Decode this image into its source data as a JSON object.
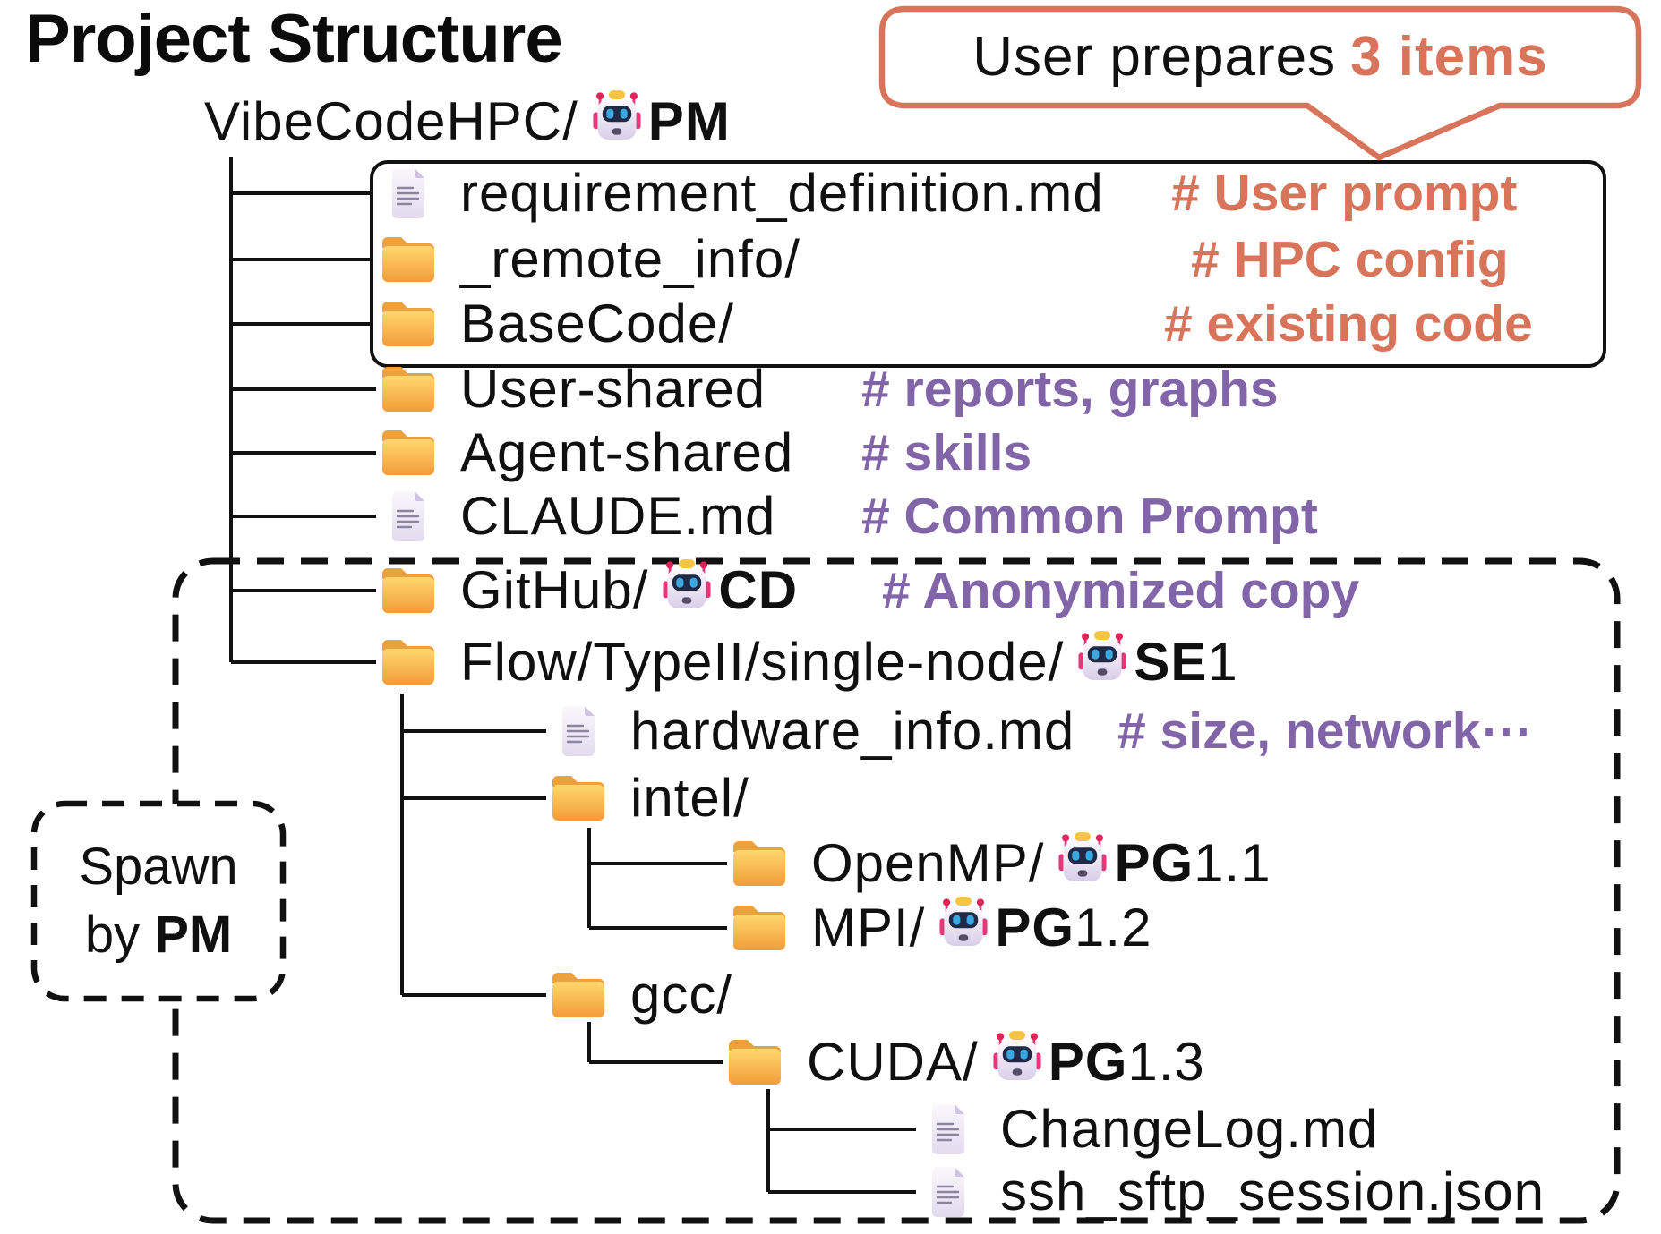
{
  "title": "Project Structure",
  "callout": {
    "prefix": "User prepares",
    "highlight": "3 items"
  },
  "spawn_label": {
    "line1": "Spawn",
    "line2_prefix": "by ",
    "line2_bold": "PM"
  },
  "colors": {
    "orange_accent": "#d8745a",
    "purple_accent": "#8265a8",
    "line_black": "#111111",
    "folder_yellow": "#f6b04a",
    "doc_lavender": "#e9e2f2"
  },
  "tree": [
    {
      "id": "root",
      "icon": "none",
      "label": "VibeCodeHPC/",
      "agent_bold": "PM",
      "agent_rest": "",
      "comment": null,
      "comment_color": null
    },
    {
      "id": "requirement",
      "icon": "doc",
      "label": "requirement_definition.md",
      "agent_bold": null,
      "agent_rest": null,
      "comment": "# User prompt",
      "comment_color": "orange"
    },
    {
      "id": "remote",
      "icon": "folder",
      "label": "_remote_info/",
      "agent_bold": null,
      "agent_rest": null,
      "comment": "# HPC config",
      "comment_color": "orange"
    },
    {
      "id": "basecode",
      "icon": "folder",
      "label": "BaseCode/",
      "agent_bold": null,
      "agent_rest": null,
      "comment": "# existing code",
      "comment_color": "orange"
    },
    {
      "id": "usershared",
      "icon": "folder",
      "label": "User-shared",
      "agent_bold": null,
      "agent_rest": null,
      "comment": "# reports, graphs",
      "comment_color": "purple"
    },
    {
      "id": "agentshared",
      "icon": "folder",
      "label": "Agent-shared",
      "agent_bold": null,
      "agent_rest": null,
      "comment": "# skills",
      "comment_color": "purple"
    },
    {
      "id": "claude",
      "icon": "doc",
      "label": "CLAUDE.md",
      "agent_bold": null,
      "agent_rest": null,
      "comment": "# Common Prompt",
      "comment_color": "purple"
    },
    {
      "id": "github",
      "icon": "folder",
      "label": "GitHub/",
      "agent_bold": "CD",
      "agent_rest": "",
      "comment": "# Anonymized copy",
      "comment_color": "purple"
    },
    {
      "id": "flow",
      "icon": "folder",
      "label": "Flow/TypeII/single-node/",
      "agent_bold": "SE",
      "agent_rest": "1",
      "comment": null,
      "comment_color": null
    },
    {
      "id": "hardware",
      "icon": "doc",
      "label": "hardware_info.md",
      "agent_bold": null,
      "agent_rest": null,
      "comment": "# size, network⋯",
      "comment_color": "purple"
    },
    {
      "id": "intel",
      "icon": "folder",
      "label": "intel/",
      "agent_bold": null,
      "agent_rest": null,
      "comment": null,
      "comment_color": null
    },
    {
      "id": "openmp",
      "icon": "folder",
      "label": "OpenMP/",
      "agent_bold": "PG",
      "agent_rest": "1.1",
      "comment": null,
      "comment_color": null
    },
    {
      "id": "mpi",
      "icon": "folder",
      "label": "MPI/",
      "agent_bold": "PG",
      "agent_rest": "1.2",
      "comment": null,
      "comment_color": null
    },
    {
      "id": "gcc",
      "icon": "folder",
      "label": "gcc/",
      "agent_bold": null,
      "agent_rest": null,
      "comment": null,
      "comment_color": null
    },
    {
      "id": "cuda",
      "icon": "folder",
      "label": "CUDA/",
      "agent_bold": "PG",
      "agent_rest": "1.3",
      "comment": null,
      "comment_color": null
    },
    {
      "id": "changelog",
      "icon": "doc",
      "label": "ChangeLog.md",
      "agent_bold": null,
      "agent_rest": null,
      "comment": null,
      "comment_color": null
    },
    {
      "id": "ssh",
      "icon": "doc",
      "label": "ssh_sftp_session.json",
      "agent_bold": null,
      "agent_rest": null,
      "comment": null,
      "comment_color": null
    }
  ]
}
